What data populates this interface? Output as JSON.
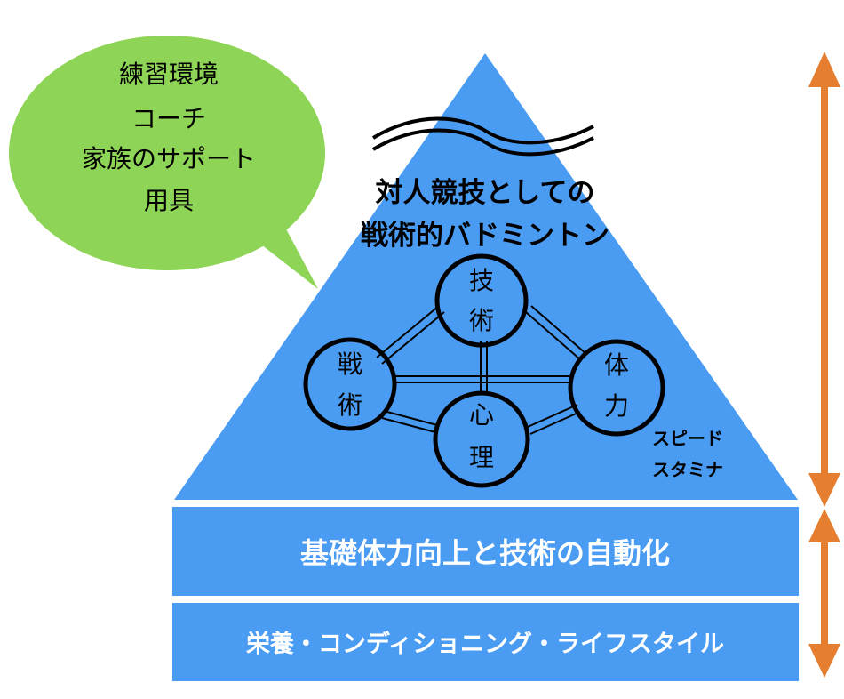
{
  "bubble": {
    "lines": [
      "練習環境",
      "コーチ",
      "家族のサポート",
      "用具"
    ]
  },
  "peak": {
    "title_line1": "対人競技としての",
    "title_line2": "戦術的バドミントン"
  },
  "nodes": {
    "technique": {
      "char1": "技",
      "char2": "術"
    },
    "tactics": {
      "char1": "戦",
      "char2": "術"
    },
    "physical": {
      "char1": "体",
      "char2": "力"
    },
    "mental": {
      "char1": "心",
      "char2": "理"
    }
  },
  "physical_note": {
    "line1": "スピード",
    "line2": "スタミナ"
  },
  "bands": {
    "middle": "基礎体力向上と技術の自動化",
    "bottom": "栄養・コンディショニング・ライフスタイル"
  },
  "colors": {
    "pyramid": "#4a9cf3",
    "bubble": "#8ed456",
    "arrow": "#e57f2f",
    "band_text": "#ffffff"
  }
}
